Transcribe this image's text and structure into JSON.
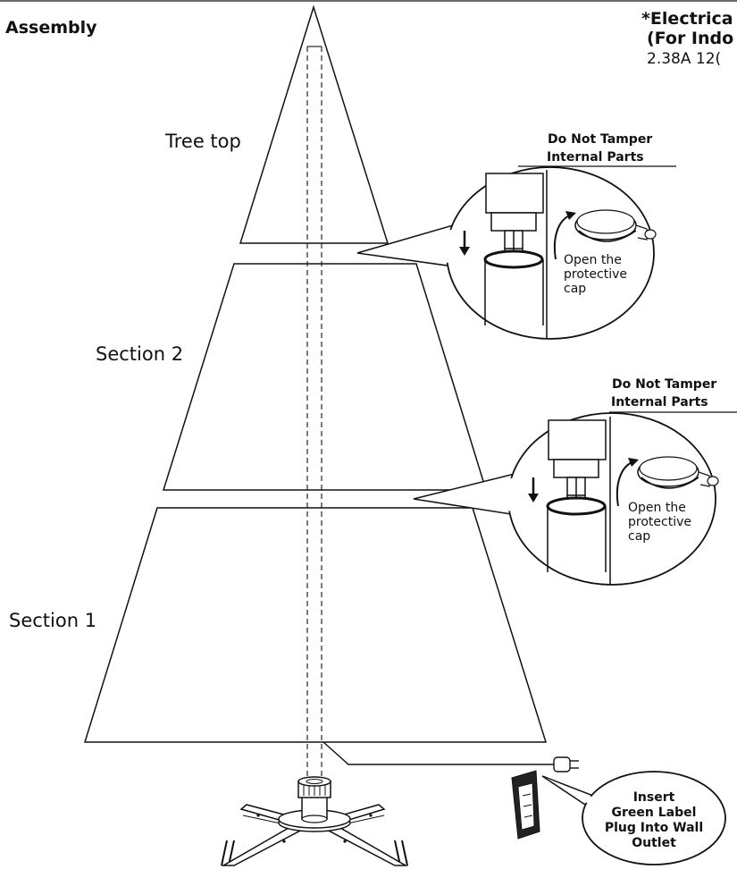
{
  "title": "Assembly",
  "electrical": {
    "line1": "*Electrica",
    "line2": "(For Indo",
    "line3": "2.38A 12("
  },
  "sections": {
    "top": "Tree top",
    "section2": "Section 2",
    "section1": "Section 1"
  },
  "detail_top": {
    "warning_line1": "Do Not Tamper",
    "warning_line2": "Internal Parts",
    "note_line1": "Open the",
    "note_line2": "protective",
    "note_line3": "cap"
  },
  "detail_middle": {
    "warning_line1": "Do Not Tamper",
    "warning_line2": "Internal Parts",
    "note_line1": "Open the",
    "note_line2": "protective",
    "note_line3": "cap"
  },
  "plug_callout": {
    "line1": "Insert",
    "line2": "Green Label",
    "line3": "Plug Into Wall",
    "line4": "Outlet"
  }
}
